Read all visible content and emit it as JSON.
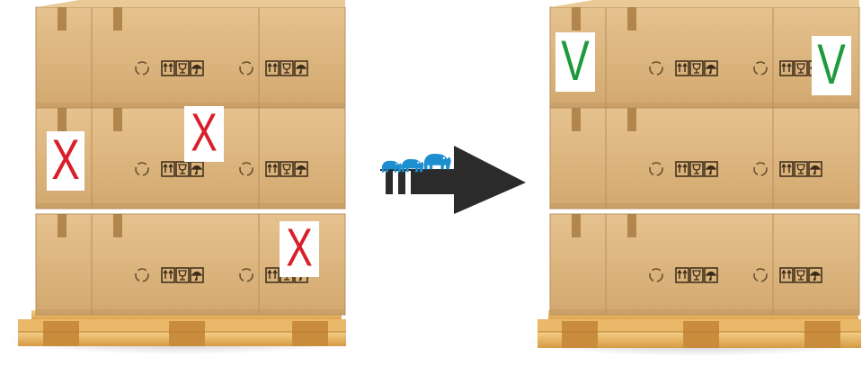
{
  "scene": {
    "left_pallet": {
      "labels": [
        {
          "text": "X",
          "color": "#d91e2a"
        },
        {
          "text": "X",
          "color": "#d91e2a"
        },
        {
          "text": "X",
          "color": "#d91e2a"
        }
      ]
    },
    "right_pallet": {
      "labels": [
        {
          "text": "V",
          "color": "#1e9a3c"
        },
        {
          "text": "V",
          "color": "#1e9a3c"
        }
      ]
    },
    "arrow": {
      "color": "#2b2b2b",
      "icon": "elephant-icon",
      "icon_color": "#1d8fd1"
    },
    "colors": {
      "cardboard": "#d9b381",
      "cardboard_dark": "#b98f5c",
      "cardboard_light": "#e9c995",
      "pallet": "#e4b15e",
      "tape": "#a4783f"
    },
    "box_symbols": [
      "recycle-icon",
      "this-way-up-icon",
      "fragile-icon",
      "keep-dry-icon"
    ]
  }
}
